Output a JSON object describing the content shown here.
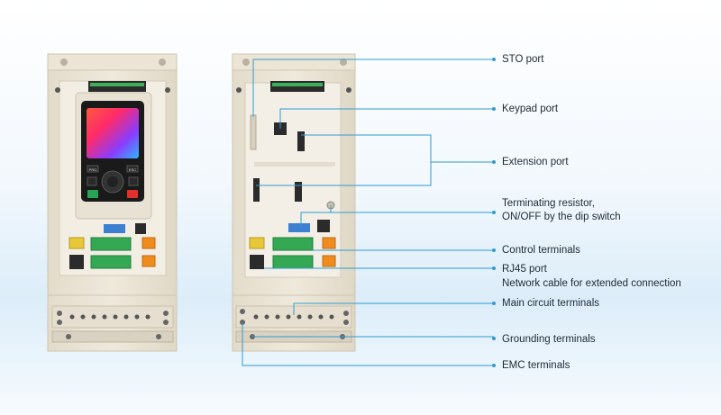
{
  "colors": {
    "callout_line": "#2f9bd0",
    "housing": "#e9e2d2",
    "housing_inner": "#f2ede2",
    "terminal_green": "#34a853",
    "terminal_orange": "#f08c1e",
    "terminal_yellow": "#e8c838",
    "dip_switch_blue": "#3d7fd0",
    "keypad_body": "#1a1a1a"
  },
  "callouts": [
    {
      "id": "sto",
      "text": "STO port"
    },
    {
      "id": "keypad",
      "text": "Keypad port"
    },
    {
      "id": "extension",
      "text": "Extension port"
    },
    {
      "id": "resistor",
      "text": "Terminating resistor,",
      "text2": "ON/OFF by the dip switch"
    },
    {
      "id": "control",
      "text": "Control terminals"
    },
    {
      "id": "rj45",
      "text": "RJ45 port",
      "text2": "Network cable for extended connection"
    },
    {
      "id": "main",
      "text": "Main circuit terminals"
    },
    {
      "id": "ground",
      "text": "Grounding terminals"
    },
    {
      "id": "emc",
      "text": "EMC terminals"
    }
  ],
  "keypad_buttons": {
    "prg": "PRG",
    "esc": "ESC"
  }
}
